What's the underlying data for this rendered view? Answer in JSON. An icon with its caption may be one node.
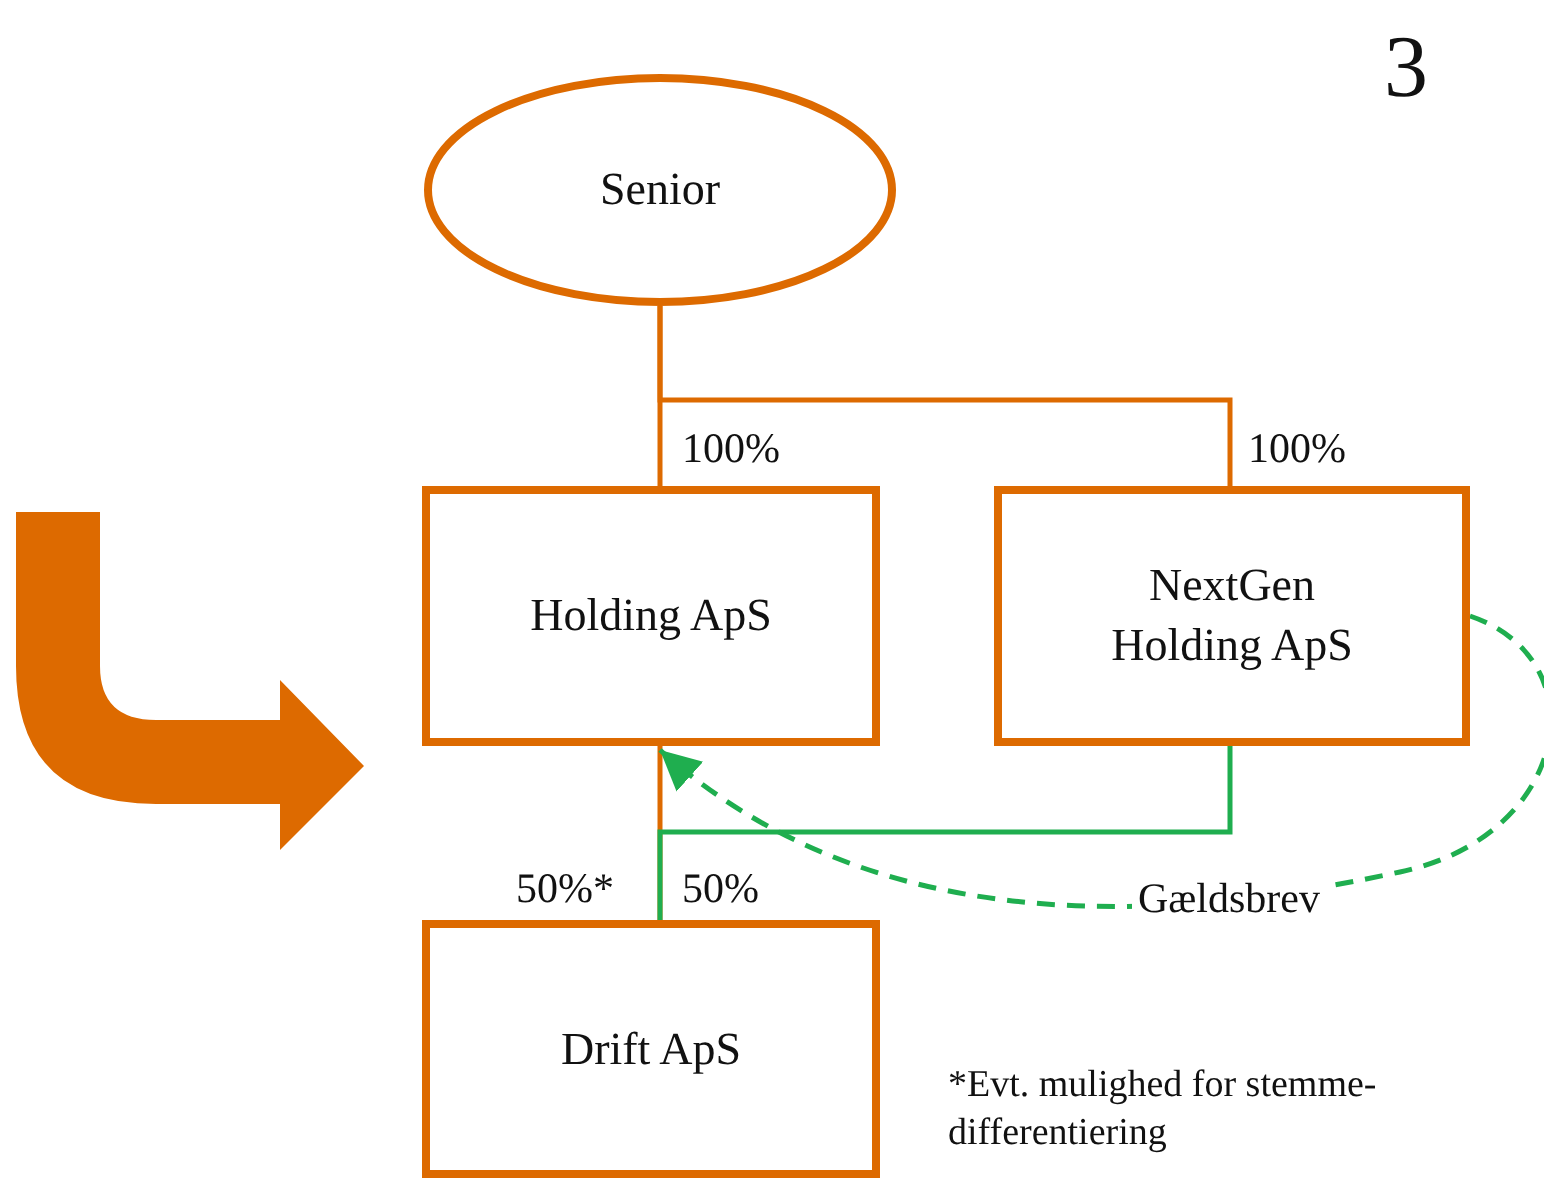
{
  "diagram": {
    "nodes": [
      {
        "text": [
          "Senior"
        ]
      },
      {
        "text": [
          "Holding ApS"
        ]
      },
      {
        "text": [
          "NextGen Holding ApS"
        ]
      },
      {
        "text": [
          "Drift ApS"
        ]
      }
    ],
    "edges": [
      {
        "from": 0,
        "to": 1,
        "arrow": "none"
      },
      {
        "from": 0,
        "to": 2,
        "arrow": "none"
      },
      {
        "from": 3,
        "to": 1,
        "arrow": "none"
      },
      {
        "from": 3,
        "to": 2,
        "arrow": "none",
        "color": "#1fae4f"
      },
      {
        "from": 2,
        "to": 1,
        "arrow": "to",
        "label": "Gældsbrev",
        "style": "dashed",
        "color": "#1fae4f"
      }
    ],
    "labels": [
      "3",
      "100%",
      "100%",
      "50%*",
      "50%",
      "*Evt. mulighed for stemme-differentiering"
    ]
  }
}
